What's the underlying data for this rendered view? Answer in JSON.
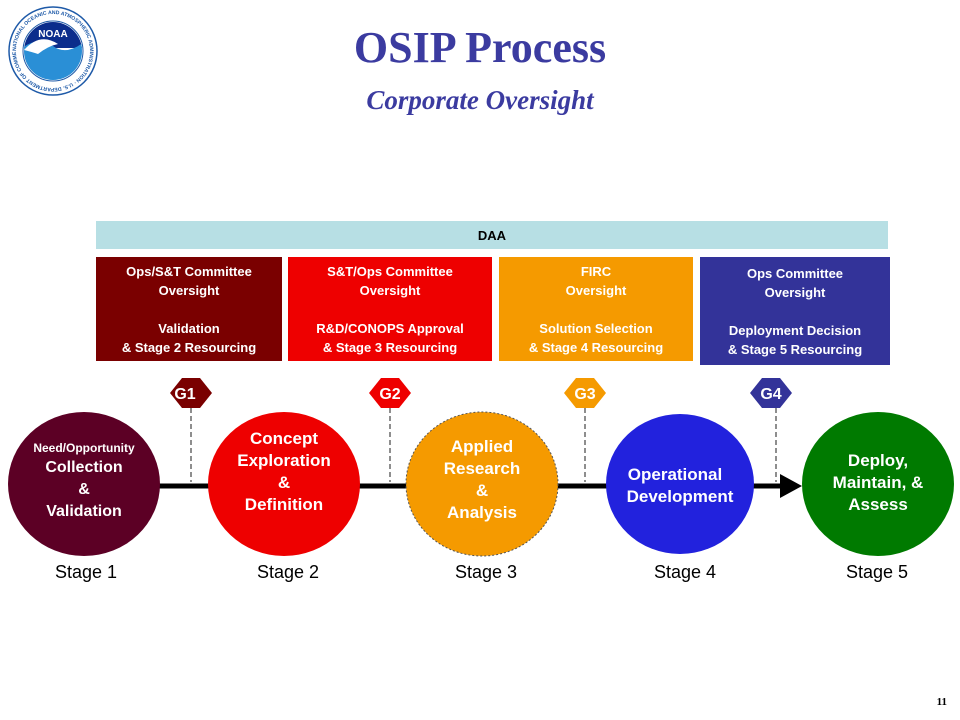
{
  "header": {
    "title": "OSIP Process",
    "subtitle": "Corporate Oversight",
    "logo_text": "NOAA",
    "logo_ring_text": "NATIONAL OCEANIC AND ATMOSPHERIC ADMINISTRATION · U.S. DEPARTMENT OF COMMERCE"
  },
  "daa": {
    "label": "DAA"
  },
  "committees": [
    {
      "line1": "Ops/S&T Committee",
      "line2": "Oversight",
      "line3": "Validation",
      "line4": "& Stage 2 Resourcing",
      "color": "#7a0000"
    },
    {
      "line1": "S&T/Ops Committee",
      "line2": "Oversight",
      "line3": "R&D/CONOPS Approval",
      "line4": "& Stage 3 Resourcing",
      "color": "#ee0000"
    },
    {
      "line1": "FIRC",
      "line2": "Oversight",
      "line3": "Solution Selection",
      "line4": "& Stage 4 Resourcing",
      "color": "#f59a00"
    },
    {
      "line1": "Ops Committee",
      "line2": "Oversight",
      "line3": "Deployment Decision",
      "line4": "& Stage 5 Resourcing",
      "color": "#333399"
    }
  ],
  "gates": [
    {
      "label": "G1",
      "color": "#7a0000"
    },
    {
      "label": "G2",
      "color": "#ee0000"
    },
    {
      "label": "G3",
      "color": "#f59a00"
    },
    {
      "label": "G4",
      "color": "#333399"
    }
  ],
  "stages": [
    {
      "line0": "Need/Opportunity",
      "line1": "Collection",
      "line2": "&",
      "line3": "Validation",
      "label": "Stage 1",
      "color": "#5c0025"
    },
    {
      "line1": "Concept",
      "line2": "Exploration",
      "line3": "&",
      "line4": "Definition",
      "label": "Stage 2",
      "color": "#ee0000"
    },
    {
      "line1": "Applied",
      "line2": "Research",
      "line3": "&",
      "line4": "Analysis",
      "label": "Stage 3",
      "color": "#f59a00"
    },
    {
      "line1": "Operational",
      "line2": "Development",
      "label": "Stage 4",
      "color": "#2222dd"
    },
    {
      "line1": "Deploy,",
      "line2": "Maintain, &",
      "line3": "Assess",
      "label": "Stage 5",
      "color": "#007a00"
    }
  ],
  "footer": {
    "page_number": "11"
  }
}
